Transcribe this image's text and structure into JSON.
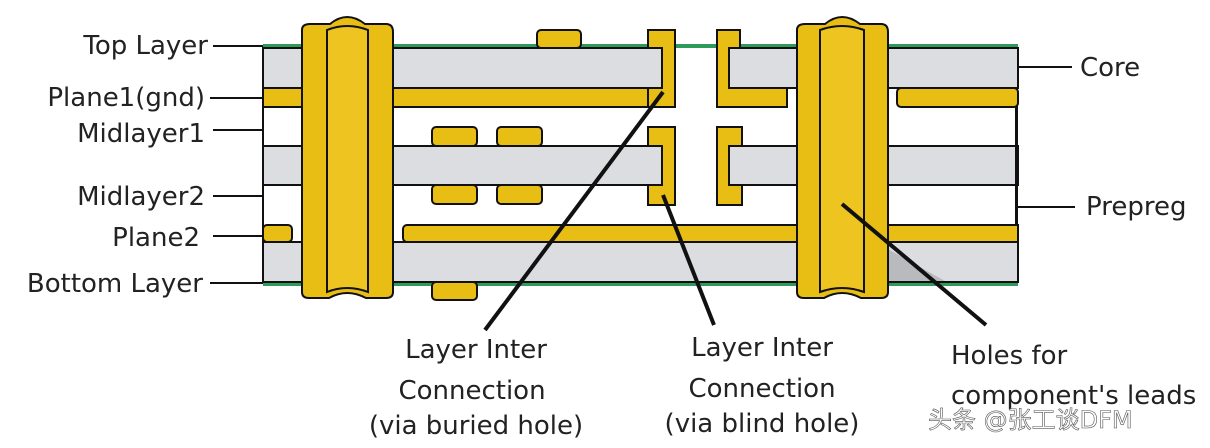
{
  "left_labels": [
    "Top Layer",
    "Plane1(gnd)",
    "Midlayer1",
    "Midlayer2",
    "Plane2",
    "Bottom Layer"
  ],
  "right_labels": [
    "Core",
    "Prepreg"
  ],
  "callouts": {
    "buried": [
      "Layer Inter",
      "Connection",
      "(via buried hole)"
    ],
    "blind": [
      "Layer Inter",
      "Connection",
      "(via blind hole)"
    ],
    "holes": [
      "Holes for",
      "component's leads"
    ]
  },
  "watermark": "头条 @张工谈DFM",
  "colors": {
    "copper": "#e8bd14",
    "dielectric": "#dcdde0",
    "soldermask": "#2e9b5a"
  }
}
